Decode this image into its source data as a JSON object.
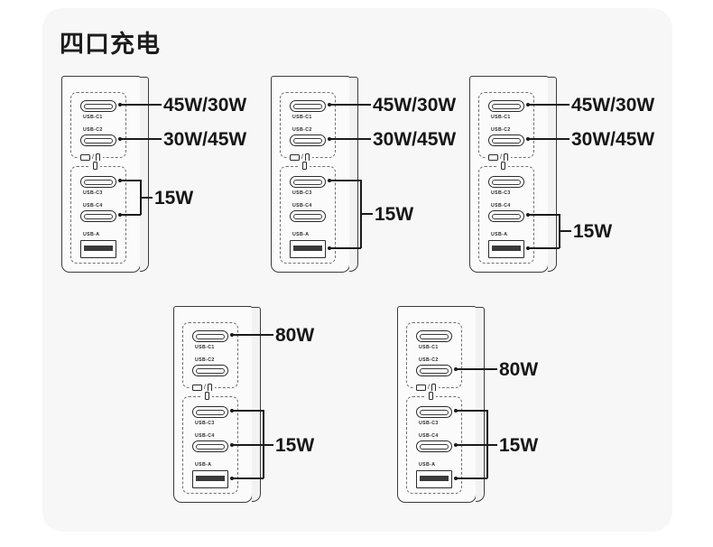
{
  "page": {
    "title": "四口充电",
    "background": "#ffffff",
    "card_background": "#f7f7f7",
    "line_color": "#1b1b1b",
    "outline_color": "#3c3c3c"
  },
  "port_labels": {
    "c1": "USB-C1",
    "c2": "USB-C2",
    "c3": "USB-C3",
    "c4": "USB-C4",
    "a": "USB-A"
  },
  "glyphs": {
    "group_top": "laptop-and-phone-icon",
    "group_bottom": "phone-icon",
    "separator": "/"
  },
  "diagrams": [
    {
      "id": "diagram-1",
      "callouts": [
        {
          "name": "callout-c1",
          "text": "45W/30W",
          "ports": [
            "USB-C1"
          ],
          "style": "single"
        },
        {
          "name": "callout-c2",
          "text": "30W/45W",
          "ports": [
            "USB-C2"
          ],
          "style": "single"
        },
        {
          "name": "callout-15w",
          "text": "15W",
          "ports": [
            "USB-C3",
            "USB-C4"
          ],
          "style": "bracket"
        }
      ]
    },
    {
      "id": "diagram-2",
      "callouts": [
        {
          "name": "callout-c1",
          "text": "45W/30W",
          "ports": [
            "USB-C1"
          ],
          "style": "single"
        },
        {
          "name": "callout-c2",
          "text": "30W/45W",
          "ports": [
            "USB-C2"
          ],
          "style": "single"
        },
        {
          "name": "callout-15w",
          "text": "15W",
          "ports": [
            "USB-C3",
            "USB-A"
          ],
          "style": "bracket"
        }
      ]
    },
    {
      "id": "diagram-3",
      "callouts": [
        {
          "name": "callout-c1",
          "text": "45W/30W",
          "ports": [
            "USB-C1"
          ],
          "style": "single"
        },
        {
          "name": "callout-c2",
          "text": "30W/45W",
          "ports": [
            "USB-C2"
          ],
          "style": "single"
        },
        {
          "name": "callout-15w",
          "text": "15W",
          "ports": [
            "USB-C4",
            "USB-A"
          ],
          "style": "bracket"
        }
      ]
    },
    {
      "id": "diagram-4",
      "callouts": [
        {
          "name": "callout-c1",
          "text": "80W",
          "ports": [
            "USB-C1"
          ],
          "style": "single"
        },
        {
          "name": "callout-15w",
          "text": "15W",
          "ports": [
            "USB-C3",
            "USB-C4",
            "USB-A"
          ],
          "style": "bracket"
        }
      ]
    },
    {
      "id": "diagram-5",
      "callouts": [
        {
          "name": "callout-c2",
          "text": "80W",
          "ports": [
            "USB-C2"
          ],
          "style": "single"
        },
        {
          "name": "callout-15w",
          "text": "15W",
          "ports": [
            "USB-C3",
            "USB-C4",
            "USB-A"
          ],
          "style": "bracket"
        }
      ]
    }
  ]
}
